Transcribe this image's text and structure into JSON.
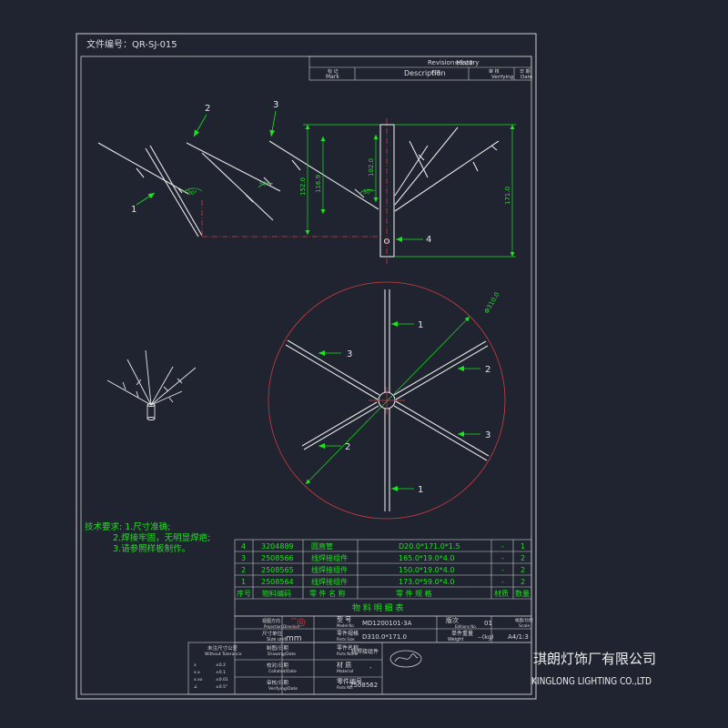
{
  "doc_number": "文件编号：QR-SJ-015",
  "revision": {
    "title": "Revision History",
    "title_cn": "修改记录",
    "mark_cn": "标 记",
    "mark": "Mark",
    "description": "Description",
    "description_cn": "内容",
    "verifying_cn": "审 核",
    "verifying": "Verifying",
    "date_cn": "日 期",
    "date": "Date"
  },
  "callouts": {
    "top_1": "1",
    "top_2": "2",
    "top_3": "3",
    "top_4": "4",
    "plan_1a": "1",
    "plan_1b": "1",
    "plan_2a": "2",
    "plan_2b": "2",
    "plan_3a": "3",
    "plan_3b": "3"
  },
  "dims": {
    "d1": "152.0",
    "d2": "116.9",
    "d3": "102.0",
    "d4": "171.0",
    "diameter": "Φ310.0",
    "ang1": "30°",
    "ang2": "50°",
    "ang3": "30°"
  },
  "tech_notes": {
    "title": "技术要求: 1.尺寸准确;",
    "line2": "2.焊接牢固，无明显焊疤;",
    "line3": "3.请参照样板制作。"
  },
  "bom": {
    "title": "物 料 明 细 表",
    "headers": {
      "seq": "序号",
      "code": "物料编码",
      "name": "零 件 名 称",
      "spec": "零 件 规 格",
      "material": "材质",
      "qty": "数量"
    },
    "rows": [
      {
        "seq": "4",
        "code": "3204889",
        "name": "圆直管",
        "spec": "D20.0*171.0*1.5",
        "material": "-",
        "qty": "1"
      },
      {
        "seq": "3",
        "code": "2508566",
        "name": "线焊接组件",
        "spec": "165.0*19.0*4.0",
        "material": "-",
        "qty": "2"
      },
      {
        "seq": "2",
        "code": "2508565",
        "name": "线焊接组件",
        "spec": "150.0*19.0*4.0",
        "material": "-",
        "qty": "2"
      },
      {
        "seq": "1",
        "code": "2508564",
        "name": "线焊接组件",
        "spec": "173.0*59.0*4.0",
        "material": "-",
        "qty": "2"
      }
    ]
  },
  "title_block": {
    "projection_cn": "视图方向",
    "projection": "Projection Direction",
    "model_cn": "型 号",
    "model_en": "Model No.",
    "model": "MD1200101-3A",
    "edition_cn": "版次",
    "edition_en": "Editions No.",
    "edition": "01",
    "scale_cn": "幅面/比例",
    "scale_en": "Scale",
    "scale": "A4/1:3",
    "size_unit_cn": "尺寸单位",
    "size_unit_en": "Size unit",
    "size_unit": "mm",
    "parts_size_cn": "零件规格",
    "parts_size_en": "Parts Size",
    "parts_size": "D310.0*171.0",
    "weight_cn": "单件重量",
    "weight_en": "Weight",
    "weight": "--(kg)",
    "tolerance_cn": "未注尺寸公差",
    "tolerance_en": "Without Tolerance",
    "drawing_cn": "制图/日期",
    "drawing_en": "Drawing/Date",
    "parts_name_cn": "零件名称",
    "parts_name_en": "Parts Name",
    "parts_name": "线焊接组件",
    "check_cn": "校对/日期",
    "check_en": "Collated/Date",
    "material_cn": "材 质",
    "material_en": "Material",
    "material": "-",
    "verify_cn": "审核/日期",
    "verify_en": "Verifying/Date",
    "parts_no_cn": "零件编号",
    "parts_no_en": "Parts No.",
    "parts_no": "2508562",
    "tol": [
      {
        "k": "x",
        "v": "±0.2"
      },
      {
        "k": "x.x",
        "v": "±0.1"
      },
      {
        "k": "x.xx",
        "v": "±0.01"
      },
      {
        "k": "∠",
        "v": "±0.5°"
      }
    ]
  },
  "company": {
    "name_cn": "琪朗灯饰厂有限公司",
    "name_en": "KINGLONG LIGHTING CO.,LTD"
  },
  "colors": {
    "background": "#1f2430",
    "line": "#e6e6e6",
    "dim": "#19e619",
    "center": "#d23c3c",
    "text": "#dcdcdc"
  }
}
